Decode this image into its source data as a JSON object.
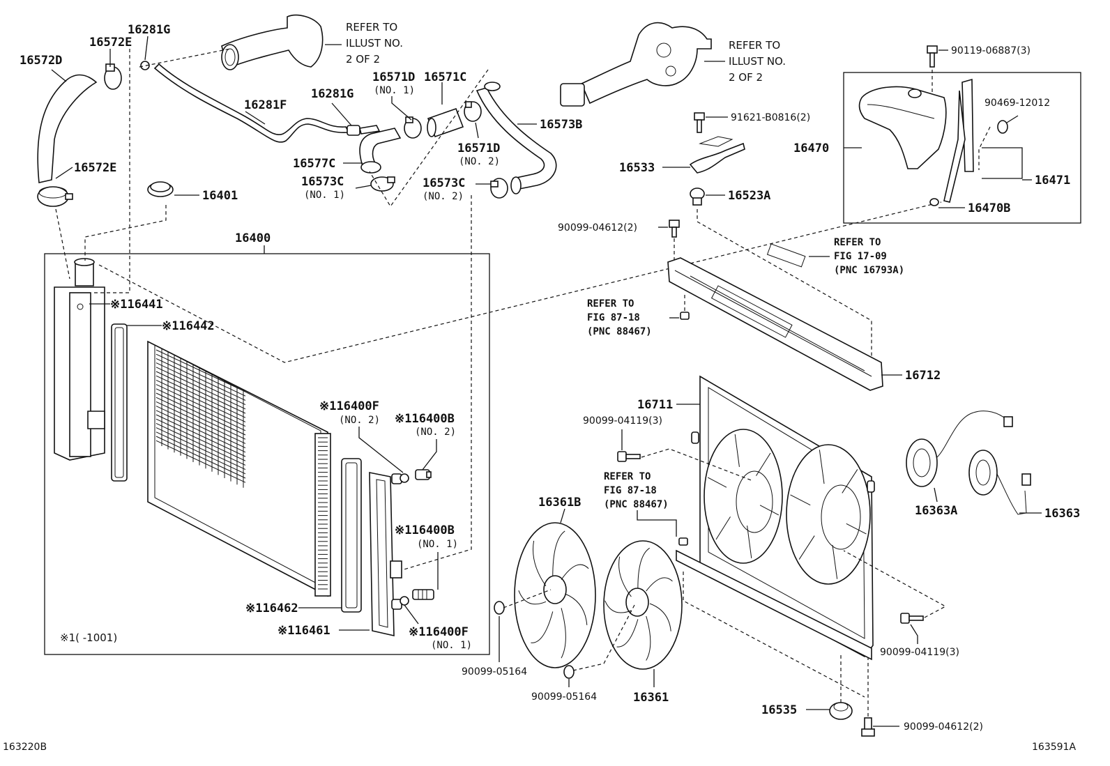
{
  "diagram_codes": {
    "left": "163220B",
    "right": "163591A"
  },
  "notes": {
    "refer_illust_a": [
      "REFER TO",
      "ILLUST NO.",
      "2 OF 2"
    ],
    "refer_illust_b": [
      "REFER TO",
      "ILLUST NO.",
      "2 OF 2"
    ],
    "refer_fig_1709": [
      "REFER TO",
      "FIG 17-09",
      "(PNC 16793A)"
    ],
    "refer_fig_8718_a": [
      "REFER TO",
      "FIG 87-18",
      "(PNC 88467)"
    ],
    "refer_fig_8718_b": [
      "REFER TO",
      "FIG 87-18",
      "(PNC 88467)"
    ],
    "footnote": "※1(     -1001)"
  },
  "parts": {
    "p16572D": "16572D",
    "p16572E_a": "16572E",
    "p16572E_b": "16572E",
    "p16281G_a": "16281G",
    "p16281G_b": "16281G",
    "p16281F": "16281F",
    "p16571D_a": "16571D",
    "p16571D_a_sub": "(NO. 1)",
    "p16571C": "16571C",
    "p16571D_b": "16571D",
    "p16571D_b_sub": "(NO. 2)",
    "p16577C": "16577C",
    "p16573C_a": "16573C",
    "p16573C_a_sub": "(NO. 1)",
    "p16573C_b": "16573C",
    "p16573C_b_sub": "(NO. 2)",
    "p16573B": "16573B",
    "p16401": "16401",
    "p16400": "16400",
    "p16441": "※116441",
    "p16442": "※116442",
    "p16400F_2": "※116400F",
    "p16400F_2_sub": "(NO. 2)",
    "p16400B_2": "※116400B",
    "p16400B_2_sub": "(NO. 2)",
    "p16400B_1": "※116400B",
    "p16400B_1_sub": "(NO. 1)",
    "p16462": "※116462",
    "p16461": "※116461",
    "p16400F_1": "※116400F",
    "p16400F_1_sub": "(NO. 1)",
    "p90119": "90119-06887(3)",
    "p90469": "90469-12012",
    "p16470": "16470",
    "p16471": "16471",
    "p16470B": "16470B",
    "p91621": "91621-B0816(2)",
    "p16533": "16533",
    "p16523A": "16523A",
    "p90099_04612_a": "90099-04612(2)",
    "p16712": "16712",
    "p16711": "16711",
    "p90099_04119_a": "90099-04119(3)",
    "p16361B": "16361B",
    "p16363A": "16363A",
    "p16363": "16363",
    "p90099_04119_b": "90099-04119(3)",
    "p90099_05164_a": "90099-05164",
    "p90099_05164_b": "90099-05164",
    "p16361": "16361",
    "p16535": "16535",
    "p90099_04612_b": "90099-04612(2)"
  }
}
